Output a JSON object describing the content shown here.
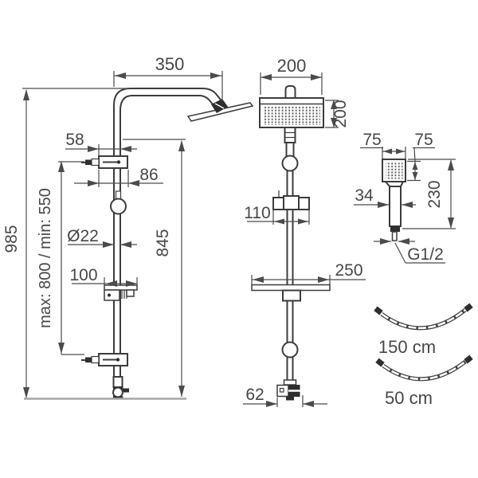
{
  "drawing": {
    "type": "technical-dimension-diagram",
    "subject": "shower column set with rain head, hand shower and hoses",
    "labels": {
      "arm_length": "350",
      "head_width": "200",
      "head_depth": "200",
      "diverter_offset": "58",
      "diverter_width": "86",
      "column_total_height": "985",
      "mount_range": "max: 800 / min: 550",
      "pipe_diameter": "Ø22",
      "bracket_width": "100",
      "rail_height": "845",
      "slider_width": "110",
      "shelf_width": "250",
      "elbow_width": "62",
      "hand_head_width": "75",
      "hand_head_depth": "75",
      "hand_grip_width": "34",
      "hand_length": "230",
      "thread_size": "G1/2",
      "hose_long_length": "150 cm",
      "hose_short_length": "50 cm"
    },
    "colors": {
      "line": "#3c3c3c",
      "dimension": "#4b4b4b",
      "text": "#474747",
      "dark_fill": "#2e2e2e",
      "baseline": "#a6a6a6",
      "background": "#ffffff"
    }
  }
}
